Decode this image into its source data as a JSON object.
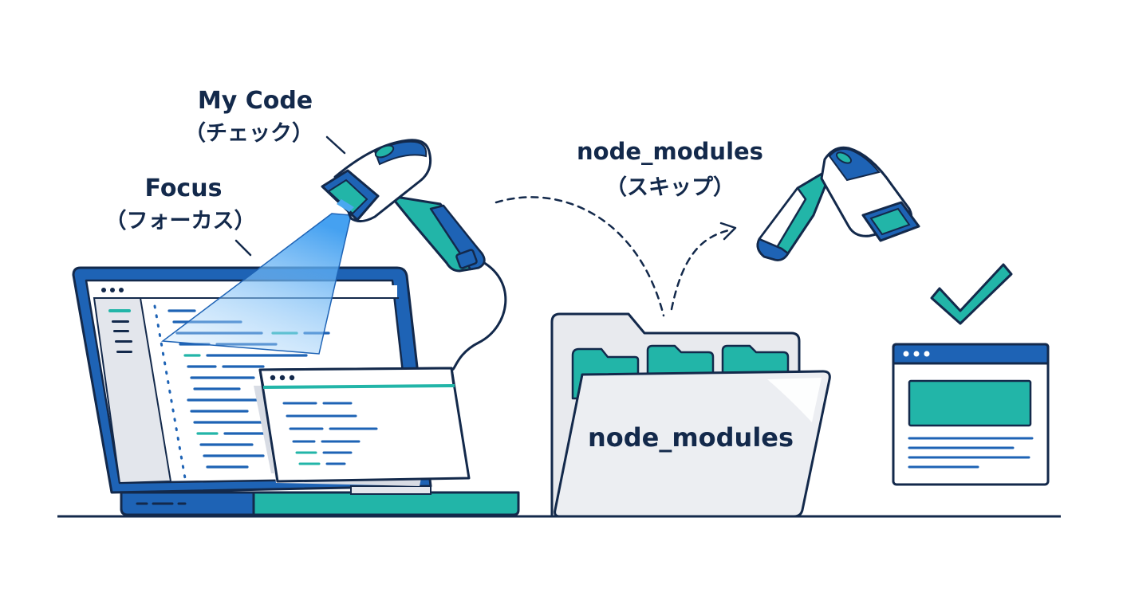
{
  "labels": {
    "my_code": "My Code",
    "my_code_sub": "（チェック）",
    "focus": "Focus",
    "focus_sub": "（フォーカス）",
    "node_modules": "node_modules",
    "node_modules_sub": "（スキップ）",
    "folder_label": "node_modules"
  },
  "icons": [
    "barcode-scanner-icon",
    "laptop-icon",
    "code-window-icon",
    "folder-icon",
    "browser-window-icon",
    "checkmark-icon"
  ],
  "colors": {
    "navy": "#13294b",
    "blue": "#1e63b5",
    "teal": "#22b5a8",
    "light_gray": "#e8eaee",
    "beam": "#4aa8f0"
  }
}
